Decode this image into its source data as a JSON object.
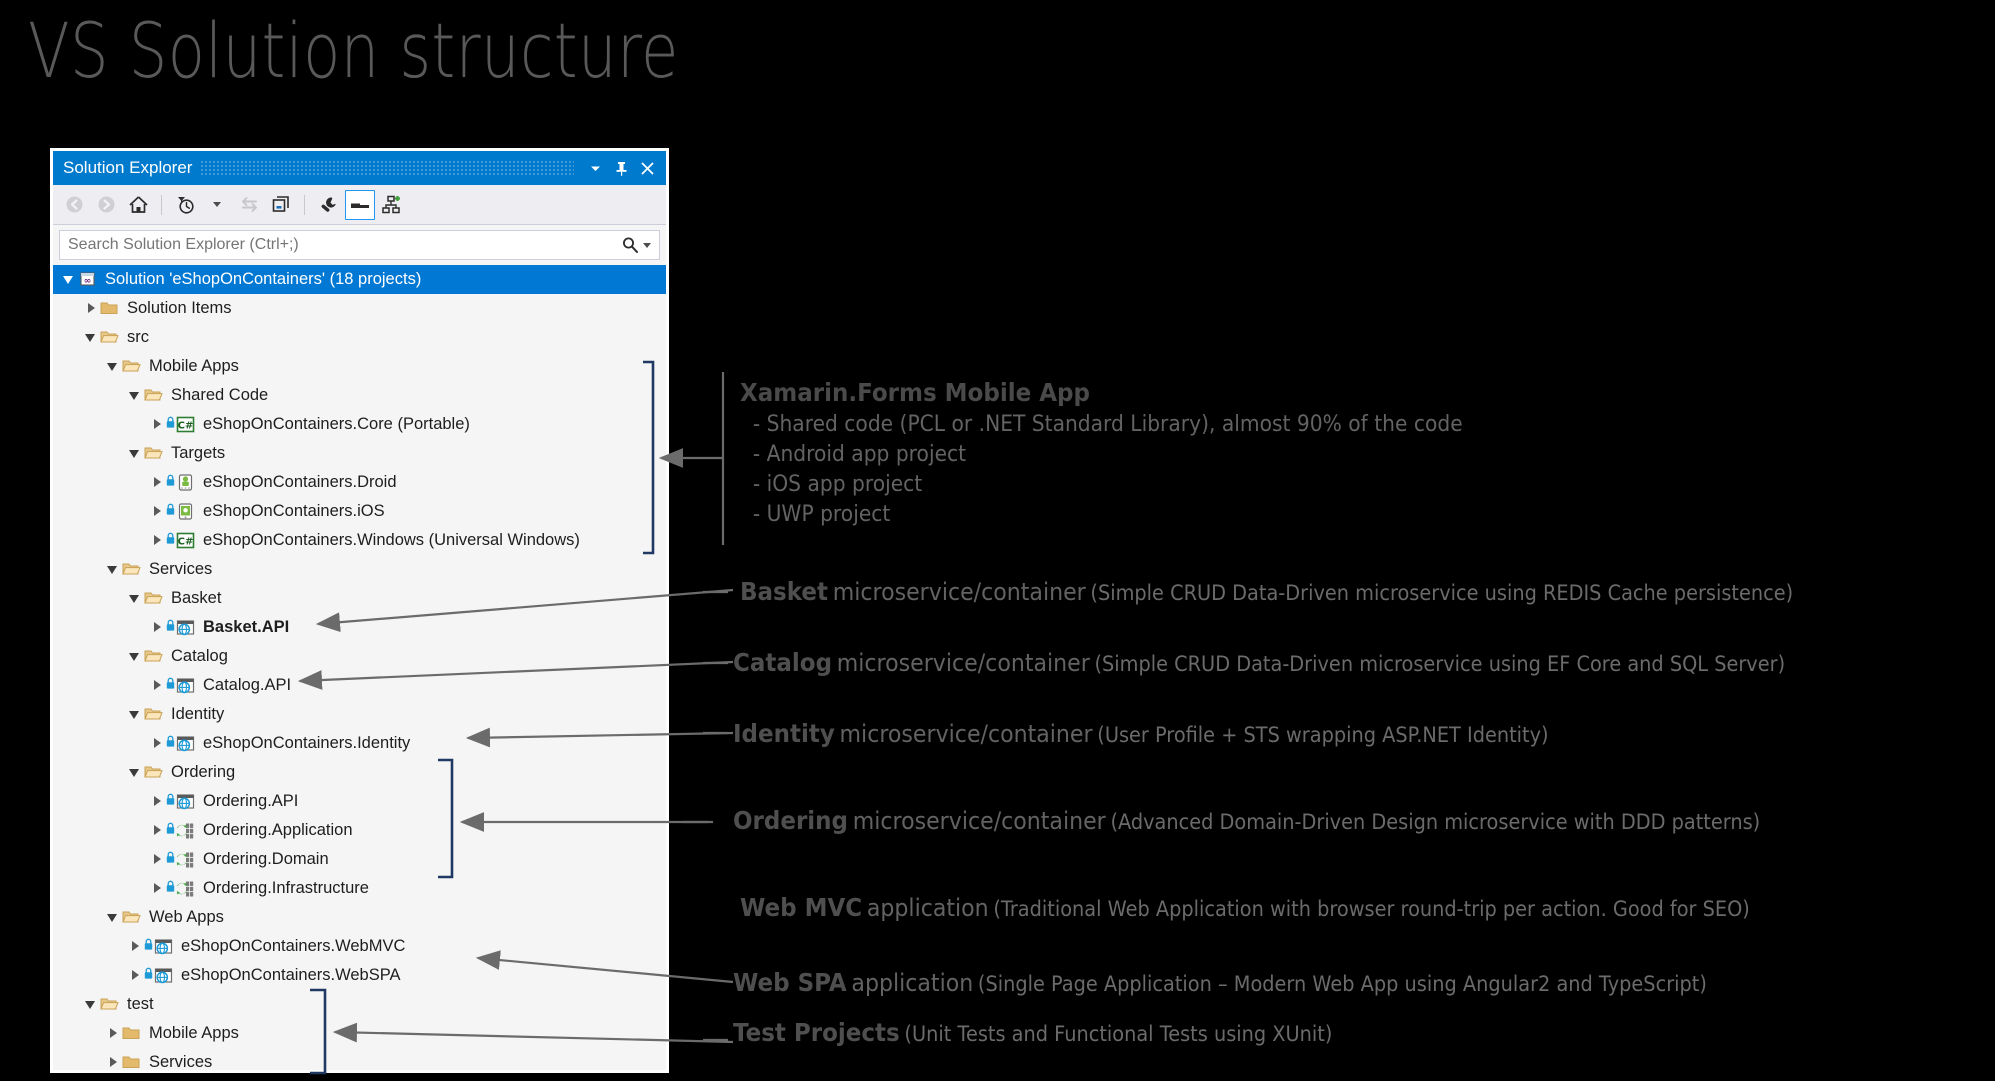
{
  "slide": {
    "title": "VS Solution structure"
  },
  "solution_explorer": {
    "window_title": "Solution Explorer",
    "title_controls": [
      {
        "name": "dropdown-icon",
        "glyph": "▼"
      },
      {
        "name": "pin-icon",
        "glyph": "📌"
      },
      {
        "name": "close-icon",
        "glyph": "✕"
      }
    ],
    "toolbar": [
      {
        "name": "back-button",
        "label": "Back",
        "enabled": false
      },
      {
        "name": "forward-button",
        "label": "Forward",
        "enabled": false
      },
      {
        "name": "home-button",
        "label": "Home",
        "enabled": true
      },
      {
        "name": "pending-changes-filter-button",
        "label": "Pending Changes Filter",
        "enabled": true
      },
      {
        "name": "pending-changes-dropdown",
        "label": "Filter options",
        "enabled": true
      },
      {
        "name": "sync-with-active-document-button",
        "label": "Sync with Active Document",
        "enabled": false
      },
      {
        "name": "collapse-all-button",
        "label": "Collapse All",
        "enabled": true
      },
      {
        "name": "properties-button",
        "label": "Properties",
        "enabled": true
      },
      {
        "name": "preview-selected-items-button",
        "label": "Preview Selected Items",
        "enabled": true,
        "active": true
      },
      {
        "name": "view-code-map-button",
        "label": "View Code Map",
        "enabled": true
      }
    ],
    "search": {
      "placeholder": "Search Solution Explorer (Ctrl+;)",
      "value": "",
      "icon": "search-icon",
      "dropdown": "▾"
    },
    "tree": [
      {
        "label": "Solution 'eShopOnContainers' (18 projects)",
        "depth": 0,
        "twisty": "expanded",
        "icon": "solution",
        "selected": true
      },
      {
        "label": "Solution Items",
        "depth": 1,
        "twisty": "collapsed",
        "icon": "folder-closed"
      },
      {
        "label": "src",
        "depth": 1,
        "twisty": "expanded",
        "icon": "folder-open"
      },
      {
        "label": "Mobile Apps",
        "depth": 2,
        "twisty": "expanded",
        "icon": "folder-open"
      },
      {
        "label": "Shared Code",
        "depth": 3,
        "twisty": "expanded",
        "icon": "folder-open"
      },
      {
        "label": "eShopOnContainers.Core (Portable)",
        "depth": 4,
        "twisty": "collapsed",
        "icon": "csharp",
        "lock": true
      },
      {
        "label": "Targets",
        "depth": 3,
        "twisty": "expanded",
        "icon": "folder-open"
      },
      {
        "label": "eShopOnContainers.Droid",
        "depth": 4,
        "twisty": "collapsed",
        "icon": "android",
        "lock": true
      },
      {
        "label": "eShopOnContainers.iOS",
        "depth": 4,
        "twisty": "collapsed",
        "icon": "ios",
        "lock": true
      },
      {
        "label": "eShopOnContainers.Windows (Universal Windows)",
        "depth": 4,
        "twisty": "collapsed",
        "icon": "csharp",
        "lock": true
      },
      {
        "label": "Services",
        "depth": 2,
        "twisty": "expanded",
        "icon": "folder-open"
      },
      {
        "label": "Basket",
        "depth": 3,
        "twisty": "expanded",
        "icon": "folder-open"
      },
      {
        "label": "Basket.API",
        "depth": 4,
        "twisty": "collapsed",
        "icon": "web",
        "lock": true,
        "bold": true
      },
      {
        "label": "Catalog",
        "depth": 3,
        "twisty": "expanded",
        "icon": "folder-open"
      },
      {
        "label": "Catalog.API",
        "depth": 4,
        "twisty": "collapsed",
        "icon": "web",
        "lock": true
      },
      {
        "label": "Identity",
        "depth": 3,
        "twisty": "expanded",
        "icon": "folder-open"
      },
      {
        "label": "eShopOnContainers.Identity",
        "depth": 4,
        "twisty": "collapsed",
        "icon": "web",
        "lock": true
      },
      {
        "label": "Ordering",
        "depth": 3,
        "twisty": "expanded",
        "icon": "folder-open"
      },
      {
        "label": "Ordering.API",
        "depth": 4,
        "twisty": "collapsed",
        "icon": "web",
        "lock": true
      },
      {
        "label": "Ordering.Application",
        "depth": 4,
        "twisty": "collapsed",
        "icon": "library",
        "lock": true
      },
      {
        "label": "Ordering.Domain",
        "depth": 4,
        "twisty": "collapsed",
        "icon": "library",
        "lock": true
      },
      {
        "label": "Ordering.Infrastructure",
        "depth": 4,
        "twisty": "collapsed",
        "icon": "library",
        "lock": true
      },
      {
        "label": "Web Apps",
        "depth": 2,
        "twisty": "expanded",
        "icon": "folder-open"
      },
      {
        "label": "eShopOnContainers.WebMVC",
        "depth": 3,
        "twisty": "collapsed",
        "icon": "web",
        "lock": true
      },
      {
        "label": "eShopOnContainers.WebSPA",
        "depth": 3,
        "twisty": "collapsed",
        "icon": "web",
        "lock": true
      },
      {
        "label": "test",
        "depth": 1,
        "twisty": "expanded",
        "icon": "folder-open"
      },
      {
        "label": "Mobile Apps",
        "depth": 2,
        "twisty": "collapsed",
        "icon": "folder-closed"
      },
      {
        "label": "Services",
        "depth": 2,
        "twisty": "collapsed",
        "icon": "folder-closed"
      }
    ]
  },
  "annotations": {
    "mobile": {
      "title": "Xamarin.Forms Mobile App",
      "bullets": [
        "- Shared code (PCL or .NET Standard Library), almost 90% of the code",
        "- Android app project",
        "- iOS app project",
        "- UWP project"
      ]
    },
    "items": [
      {
        "name": "Basket",
        "mid": "microservice/container",
        "paren": "(Simple CRUD Data-Driven microservice using REDIS Cache persistence)"
      },
      {
        "name": "Catalog",
        "mid": "microservice/container",
        "paren": "(Simple CRUD Data-Driven microservice using EF Core and SQL Server)"
      },
      {
        "name": "Identity",
        "mid": "microservice/container",
        "paren": "(User Profile + STS wrapping ASP.NET Identity)"
      },
      {
        "name": "Ordering",
        "mid": "microservice/container",
        "paren": "(Advanced Domain-Driven Design microservice with DDD patterns)"
      },
      {
        "name": "Web MVC",
        "mid": "application",
        "paren": "(Traditional Web Application with browser round-trip per action. Good for SEO)"
      },
      {
        "name": "Web SPA",
        "mid": "application",
        "paren": "(Single Page Application – Modern Web App using Angular2 and TypeScript)"
      },
      {
        "name": "Test Projects",
        "mid": "",
        "paren": "(Unit Tests and Functional Tests using XUnit)"
      }
    ]
  },
  "colors": {
    "background": "#000000",
    "accent_blue": "#007acc",
    "selection_blue": "#0078d4",
    "panel": "#f5f5f5",
    "bracket": "#1f3864",
    "arrow": "#595959",
    "text_gray": "#595959"
  }
}
